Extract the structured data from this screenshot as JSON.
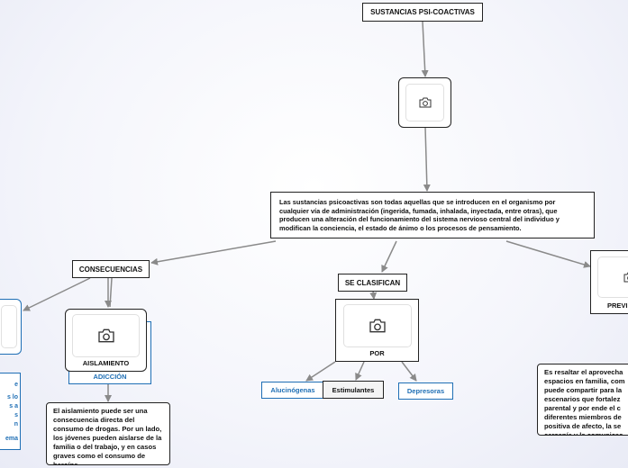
{
  "root": {
    "title": "SUSTANCIAS PSI-COACTIVAS"
  },
  "definition": {
    "text": "Las sustancias psicoactivas son todas aquellas que se introducen en el organismo por cualquier vía de administración (ingerida, fumada, inhalada, inyectada, entre otras), que producen una alteración del funcionamiento del sistema nervioso central del individuo y modifican la conciencia, el estado de ánimo o los procesos de pensamiento."
  },
  "consecuencias": {
    "label": "CONSECUENCIAS",
    "aislamiento": {
      "label": "AISLAMIENTO"
    },
    "adiccion": {
      "label": "ADICCIÓN"
    },
    "aislamiento_text": "El aislamiento puede ser una consecuencia directa del consumo de drogas. Por un lado, los jóvenes pueden aislarse de la familia o del trabajo, y en casos graves como el consumo de heroína,",
    "left_fragments": [
      "e",
      "s lo",
      "s a",
      "s",
      "n",
      "ema"
    ]
  },
  "clasificacion": {
    "label": "SE CLASIFICAN",
    "por": "POR",
    "types": [
      "Alucinógenas",
      "Estimulantes",
      "Depresoras"
    ]
  },
  "prevencion": {
    "label": "PREVI",
    "text": "Es resaltar el aprovecha espacios en familia, com puede compartir para la escenarios que fortalez parental y por ende el c diferentes miembros de positiva de afecto, la se cercanía y la comunicac"
  },
  "icons": {
    "image": "camera-icon"
  },
  "colors": {
    "edge": "#8a8a8a",
    "blue": "#1f6fb5"
  }
}
